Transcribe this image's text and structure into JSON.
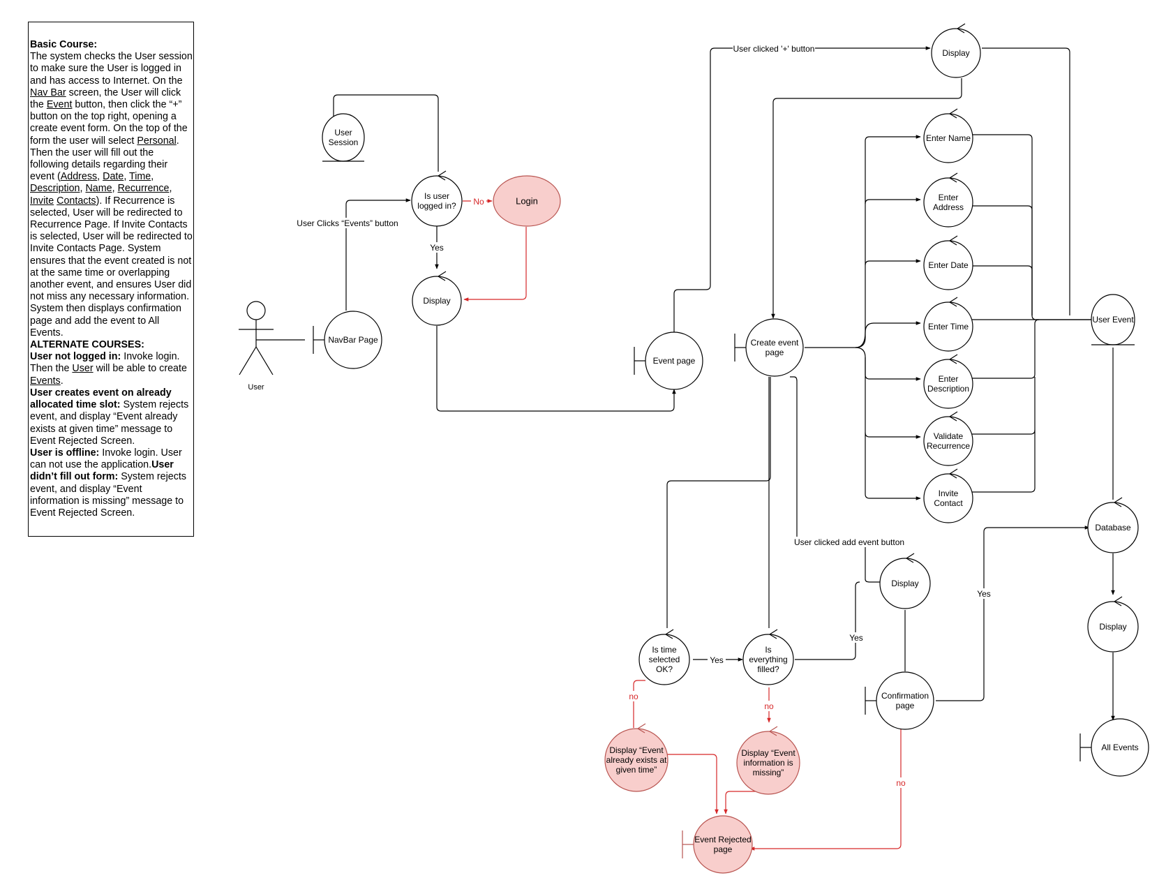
{
  "note": {
    "basic_heading": "Basic Course:",
    "basic": [
      {
        "t": "The system checks the User session to make sure the User is logged in and has access to Internet. On the "
      },
      {
        "t": "Nav Bar",
        "u": true
      },
      {
        "t": " screen, the User will click the "
      },
      {
        "t": "Event",
        "u": true
      },
      {
        "t": " button, then click the “+” button on the top right, opening a create event form. On the top of the form the user will select "
      },
      {
        "t": "Personal",
        "u": true
      },
      {
        "t": ". Then the user will fill out the following details regarding their event ("
      },
      {
        "t": "Address",
        "u": true
      },
      {
        "t": ", "
      },
      {
        "t": "Date",
        "u": true
      },
      {
        "t": ", "
      },
      {
        "t": "Time",
        "u": true
      },
      {
        "t": ", "
      },
      {
        "t": "Description",
        "u": true
      },
      {
        "t": ", "
      },
      {
        "t": "Name",
        "u": true
      },
      {
        "t": ", "
      },
      {
        "t": "Recurrence",
        "u": true
      },
      {
        "t": ", "
      },
      {
        "t": "Invite",
        "u": true
      },
      {
        "t": " "
      },
      {
        "t": "Contacts",
        "u": true
      },
      {
        "t": "). If Recurrence is selected, User will be redirected to Recurrence Page. If Invite Contacts is selected, User will be redirected to Invite Contacts Page. System ensures that the event created is not at the same time or overlapping another event, and ensures User did not miss any necessary information. System then displays confirmation page and add the event to All Events. "
      }
    ],
    "alternate_heading": "ALTERNATE COURSES:",
    "alternates": [
      [
        {
          "t": "User not logged in:",
          "b": true
        },
        {
          "t": " Invoke login. Then the "
        },
        {
          "t": "User",
          "u": true
        },
        {
          "t": " will be able to create "
        },
        {
          "t": "Events",
          "u": true
        },
        {
          "t": "."
        }
      ],
      [
        {
          "t": "User creates event on already allocated time slot:",
          "b": true
        },
        {
          "t": " System rejects event, and display “Event already exists at given time” message to Event Rejected Screen."
        }
      ],
      [
        {
          "t": "User is offline:",
          "b": true
        },
        {
          "t": " Invoke login. User can not use the application."
        },
        {
          "t": "User didn’t fill out form:",
          "b": true
        },
        {
          "t": " System rejects event, and display “Event information is missing” message to Event Rejected Screen."
        }
      ]
    ]
  },
  "nodes": [
    {
      "id": "user",
      "kind": "actor",
      "label": "User"
    },
    {
      "id": "user_session",
      "kind": "entity",
      "label": "User\nSession"
    },
    {
      "id": "navbar",
      "kind": "boundary",
      "label": "NavBar Page"
    },
    {
      "id": "is_logged_in",
      "kind": "control",
      "label": "Is user\nlogged in?"
    },
    {
      "id": "login",
      "kind": "error",
      "label": "Login"
    },
    {
      "id": "display1",
      "kind": "control",
      "label": "Display"
    },
    {
      "id": "event_page",
      "kind": "boundary",
      "label": "Event page"
    },
    {
      "id": "display_top",
      "kind": "control",
      "label": "Display"
    },
    {
      "id": "create_event",
      "kind": "boundary",
      "label": "Create event\npage"
    },
    {
      "id": "enter_name",
      "kind": "control",
      "label": "Enter Name"
    },
    {
      "id": "enter_address",
      "kind": "control",
      "label": "Enter\nAddress"
    },
    {
      "id": "enter_date",
      "kind": "control",
      "label": "Enter Date"
    },
    {
      "id": "enter_time",
      "kind": "control",
      "label": "Enter Time"
    },
    {
      "id": "enter_description",
      "kind": "control",
      "label": "Enter\nDescription"
    },
    {
      "id": "validate_recurrence",
      "kind": "control",
      "label": "Validate\nRecurrence"
    },
    {
      "id": "invite_contact",
      "kind": "control",
      "label": "Invite\nContact"
    },
    {
      "id": "user_event",
      "kind": "entity",
      "label": "User Event"
    },
    {
      "id": "database",
      "kind": "control",
      "label": "Database"
    },
    {
      "id": "display_db",
      "kind": "control",
      "label": "Display"
    },
    {
      "id": "all_events",
      "kind": "boundary",
      "label": "All Events"
    },
    {
      "id": "display_add",
      "kind": "control",
      "label": "Display"
    },
    {
      "id": "is_time_ok",
      "kind": "control",
      "label": "Is time\nselected\nOK?"
    },
    {
      "id": "is_filled",
      "kind": "control",
      "label": "Is\neverything\nfilled?"
    },
    {
      "id": "confirmation",
      "kind": "boundary",
      "label": "Confirmation\npage"
    },
    {
      "id": "display_exists",
      "kind": "error_control",
      "label": "Display “Event\nalready exists at\ngiven time”"
    },
    {
      "id": "display_missing",
      "kind": "error_control",
      "label": "Display “Event\ninformation is\nmissing”"
    },
    {
      "id": "event_rejected",
      "kind": "error_boundary",
      "label": "Event Rejected\npage"
    }
  ],
  "edge_labels": {
    "no_login": "No",
    "yes_login": "Yes",
    "events_button": "User Clicks “Events” button",
    "plus_button": "User clicked '+' button",
    "add_event_button": "User clicked add event button",
    "yes_time": "Yes",
    "yes_filled": "Yes",
    "yes_confirm": "Yes",
    "no_time": "no",
    "no_filled": "no",
    "no_confirm": "no"
  },
  "colors": {
    "stroke": "#000000",
    "error_fill": "#f8cecc",
    "error_stroke": "#b85450",
    "error_line": "#d62728"
  }
}
